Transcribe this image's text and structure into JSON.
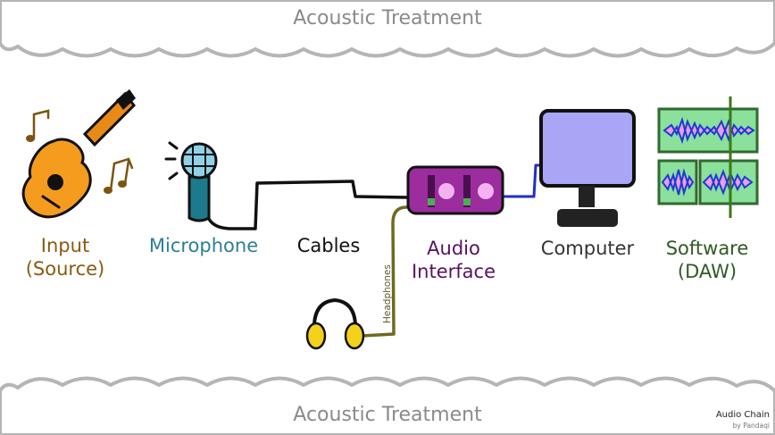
{
  "treatment": {
    "top_label": "Acoustic Treatment",
    "bottom_label": "Acoustic Treatment"
  },
  "stages": [
    {
      "id": "input",
      "line1": "Input",
      "line2": "(Source)",
      "color": "#8a5a10",
      "icon": "guitar-icon"
    },
    {
      "id": "microphone",
      "line1": "Microphone",
      "color": "#2b8096",
      "icon": "microphone-icon"
    },
    {
      "id": "cables",
      "line1": "Cables",
      "color": "#111111",
      "icon": "cable-icon"
    },
    {
      "id": "audio-interface",
      "line1": "Audio",
      "line2": "Interface",
      "color": "#5a1060",
      "icon": "audio-interface-icon"
    },
    {
      "id": "computer",
      "line1": "Computer",
      "color": "#333333",
      "icon": "monitor-icon"
    },
    {
      "id": "software",
      "line1": "Software",
      "line2": "(DAW)",
      "color": "#2f5a23",
      "icon": "waveform-icon"
    }
  ],
  "headphones": {
    "label": "Headphones",
    "color": "#f2d21a",
    "icon": "headphones-icon"
  },
  "credit": {
    "title": "Audio Chain",
    "subtitle": "by Pandaqi"
  }
}
